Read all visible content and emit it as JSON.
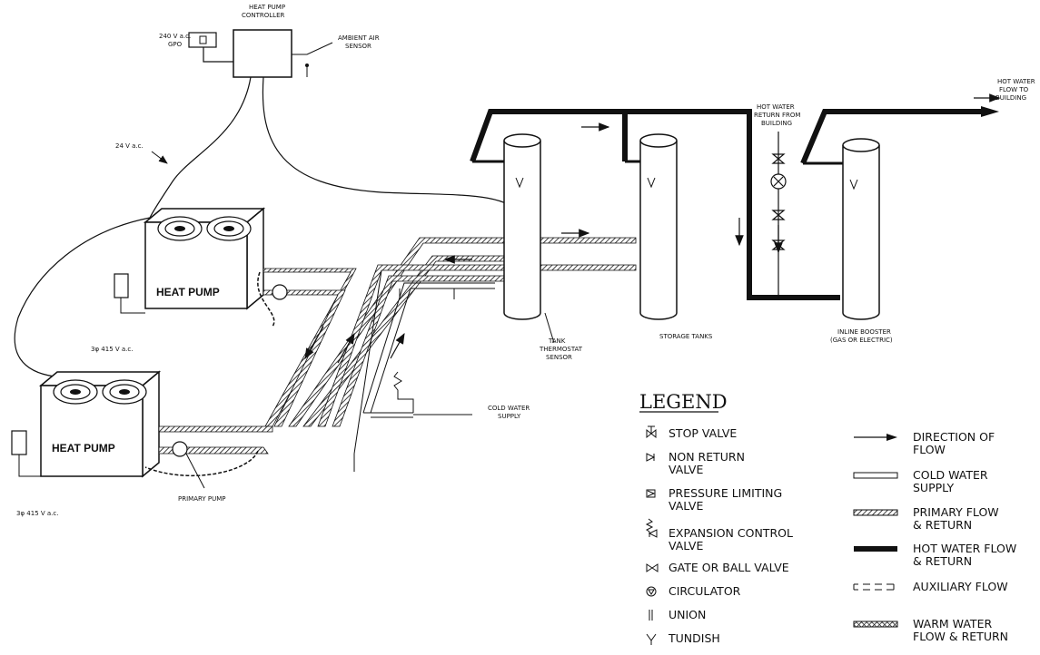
{
  "controller": {
    "label1": "HEAT PUMP",
    "label2": "CONTROLLER"
  },
  "gpo": {
    "label1": "240 V a.c.",
    "label2": "GPO"
  },
  "ambient": {
    "label1": "AMBIENT AIR",
    "label2": "SENSOR"
  },
  "wire_label": "24 V a.c.",
  "heat_pump_label": "HEAT PUMP",
  "supply_label": "3φ 415 V a.c.",
  "primary_pump": "PRIMARY PUMP",
  "tank_sensor": {
    "l1": "TANK",
    "l2": "THERMOSTAT",
    "l3": "SENSOR"
  },
  "storage_tanks": "STORAGE TANKS",
  "booster": {
    "l1": "INLINE BOOSTER",
    "l2": "(GAS OR ELECTRIC)"
  },
  "hw_return": {
    "l1": "HOT WATER",
    "l2": "RETURN FROM",
    "l3": "BUILDING"
  },
  "hw_flow": {
    "l1": "HOT WATER",
    "l2": "FLOW TO",
    "l3": "BUILDING"
  },
  "cold_water": {
    "l1": "COLD WATER",
    "l2": "SUPPLY"
  },
  "legend": {
    "title": "LEGEND",
    "left": [
      {
        "icon": "stop-valve-icon",
        "l1": "STOP VALVE",
        "l2": ""
      },
      {
        "icon": "non-return-valve-icon",
        "l1": "NON RETURN",
        "l2": "VALVE"
      },
      {
        "icon": "pressure-limiting-valve-icon",
        "l1": "PRESSURE LIMITING",
        "l2": "VALVE"
      },
      {
        "icon": "expansion-control-valve-icon",
        "l1": "EXPANSION CONTROL",
        "l2": "VALVE"
      },
      {
        "icon": "gate-valve-icon",
        "l1": "GATE OR BALL VALVE",
        "l2": ""
      },
      {
        "icon": "circulator-icon",
        "l1": "CIRCULATOR",
        "l2": ""
      },
      {
        "icon": "union-icon",
        "l1": "UNION",
        "l2": ""
      },
      {
        "icon": "tundish-icon",
        "l1": "TUNDISH",
        "l2": ""
      }
    ],
    "right": [
      {
        "icon": "flow-arrow-icon",
        "l1": "DIRECTION OF",
        "l2": "FLOW"
      },
      {
        "icon": "cold-water-line-icon",
        "l1": "COLD WATER",
        "l2": "SUPPLY"
      },
      {
        "icon": "primary-line-icon",
        "l1": "PRIMARY FLOW",
        "l2": "& RETURN"
      },
      {
        "icon": "hot-water-line-icon",
        "l1": "HOT WATER FLOW",
        "l2": "& RETURN"
      },
      {
        "icon": "auxiliary-line-icon",
        "l1": "AUXILIARY FLOW",
        "l2": ""
      },
      {
        "icon": "warm-water-line-icon",
        "l1": "WARM WATER",
        "l2": "FLOW & RETURN"
      }
    ]
  }
}
